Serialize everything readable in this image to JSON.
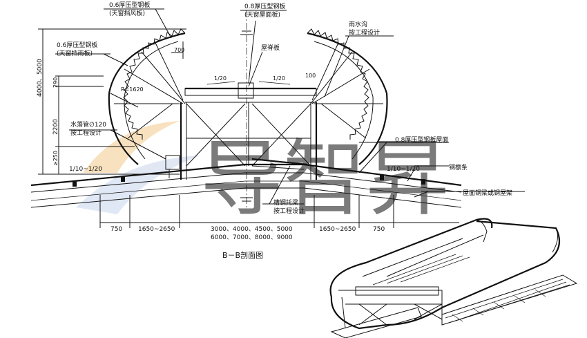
{
  "labels": {
    "top_left_sheet": "0.6厚压型钢板",
    "top_left_sheet_sub": "(天窗挡风板)",
    "left_sheet": "0.6厚压型钢板",
    "left_sheet_sub": "(天窗挡雨板)",
    "top_mid_sheet": "0.8厚压型钢板",
    "top_mid_sheet_sub": "(天窗屋面板)",
    "ridge_plate": "屋脊板",
    "gutter": "雨水沟",
    "gutter_sub": "按工程设计",
    "radius": "R=1620",
    "dim_700": "700",
    "dim_100": "100",
    "slope_top_left": "1/20",
    "slope_top_right": "1/20",
    "drain_pipe": "水落管∅120",
    "drain_pipe_sub": "按工程设计",
    "roof_sheet": "0.8厚压型钢板屋面",
    "purlin": "钢檩条",
    "roof_beam": "屋面钢梁或钢屋架",
    "slope_left": "1/10~1/20",
    "slope_right": "1/10~1/20",
    "channel_bracket": "槽钢托梁",
    "channel_bracket_sub": "按工程设计",
    "vdim_total": "4000、5000",
    "vdim_290": "290",
    "vdim_2200": "2200",
    "vdim_250": "≥250",
    "hdim_750_left": "750",
    "hdim_1650_left": "1650~2650",
    "hdim_mid_1": "3000、4000、4500、5000",
    "hdim_mid_2": "6000、7000、8000、9000",
    "hdim_1650_right": "1650~2650",
    "hdim_750_right": "750",
    "section_title": "B－B剖面图"
  },
  "watermark": {
    "text": "导智昇",
    "color": "#c9d6ec",
    "accent": "#f3c98a"
  },
  "colors": {
    "line": "#111111",
    "background": "#ffffff"
  }
}
